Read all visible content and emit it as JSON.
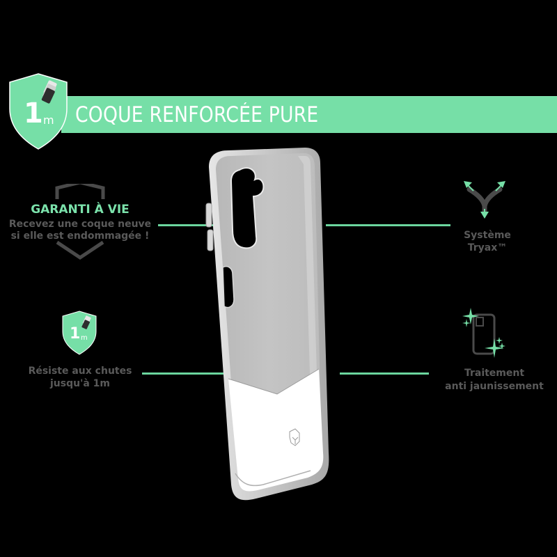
{
  "banner": {
    "title": "COQUE RENFORCÉE PURE",
    "badge_number": "1",
    "badge_unit": "m",
    "background_color": "#76dfa7"
  },
  "features": {
    "warranty": {
      "heading": "GARANTI À VIE",
      "line1": "Recevez une coque neuve",
      "line2": "si elle est endommagée !",
      "icon": "shield-outline-icon"
    },
    "drop": {
      "badge_number": "1",
      "badge_unit": "m",
      "line1": "Résiste aux chutes",
      "line2": "jusqu'à 1m",
      "icon": "drop-shield-icon"
    },
    "tryax": {
      "line1": "Système",
      "line2": "Tryax™",
      "icon": "tryax-arrows-icon"
    },
    "antiyellow": {
      "line1": "Traitement",
      "line2": "anti jaunissement",
      "icon": "sparkle-phone-icon"
    }
  },
  "colors": {
    "accent": "#76dfa7",
    "text_gray": "#5a5a5a",
    "background": "#000000",
    "icon_dark": "#4a4a4a"
  },
  "product": {
    "image": "clear-phone-case"
  }
}
